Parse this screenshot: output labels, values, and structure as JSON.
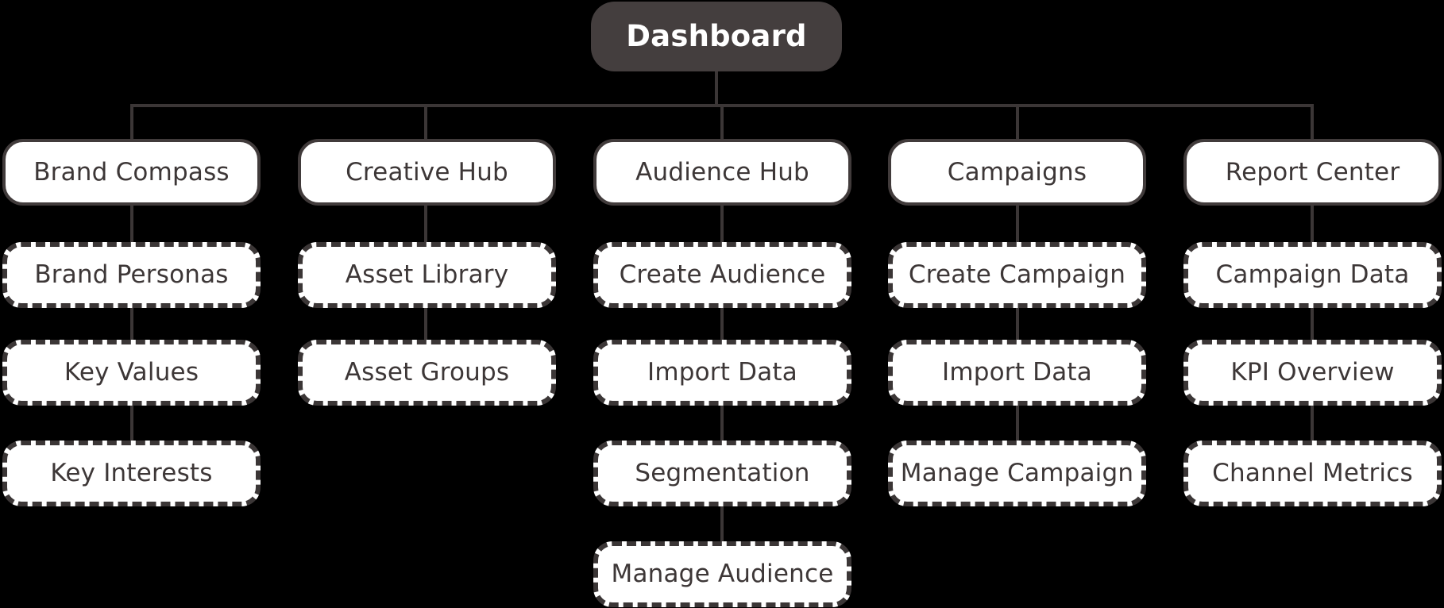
{
  "page": {
    "background": "#000000",
    "type": "sitemap-diagram"
  },
  "colors": {
    "root_fill": "#443e3e",
    "root_text": "#ffffff",
    "node_fill": "#ffffff",
    "node_text": "#3d3737",
    "border_and_lines": "#3b3636"
  },
  "tree": {
    "root": {
      "label": "Dashboard"
    },
    "columns": [
      {
        "parent": "Brand Compass",
        "children": [
          "Brand Personas",
          "Key Values",
          "Key Interests"
        ]
      },
      {
        "parent": "Creative Hub",
        "children": [
          "Asset Library",
          "Asset Groups"
        ]
      },
      {
        "parent": "Audience Hub",
        "children": [
          "Create Audience",
          "Import Data",
          "Segmentation",
          "Manage Audience"
        ]
      },
      {
        "parent": "Campaigns",
        "children": [
          "Create Campaign",
          "Import Data",
          "Manage Campaign"
        ]
      },
      {
        "parent": "Report Center",
        "children": [
          "Campaign Data",
          "KPI Overview",
          "Channel Metrics"
        ]
      }
    ]
  }
}
